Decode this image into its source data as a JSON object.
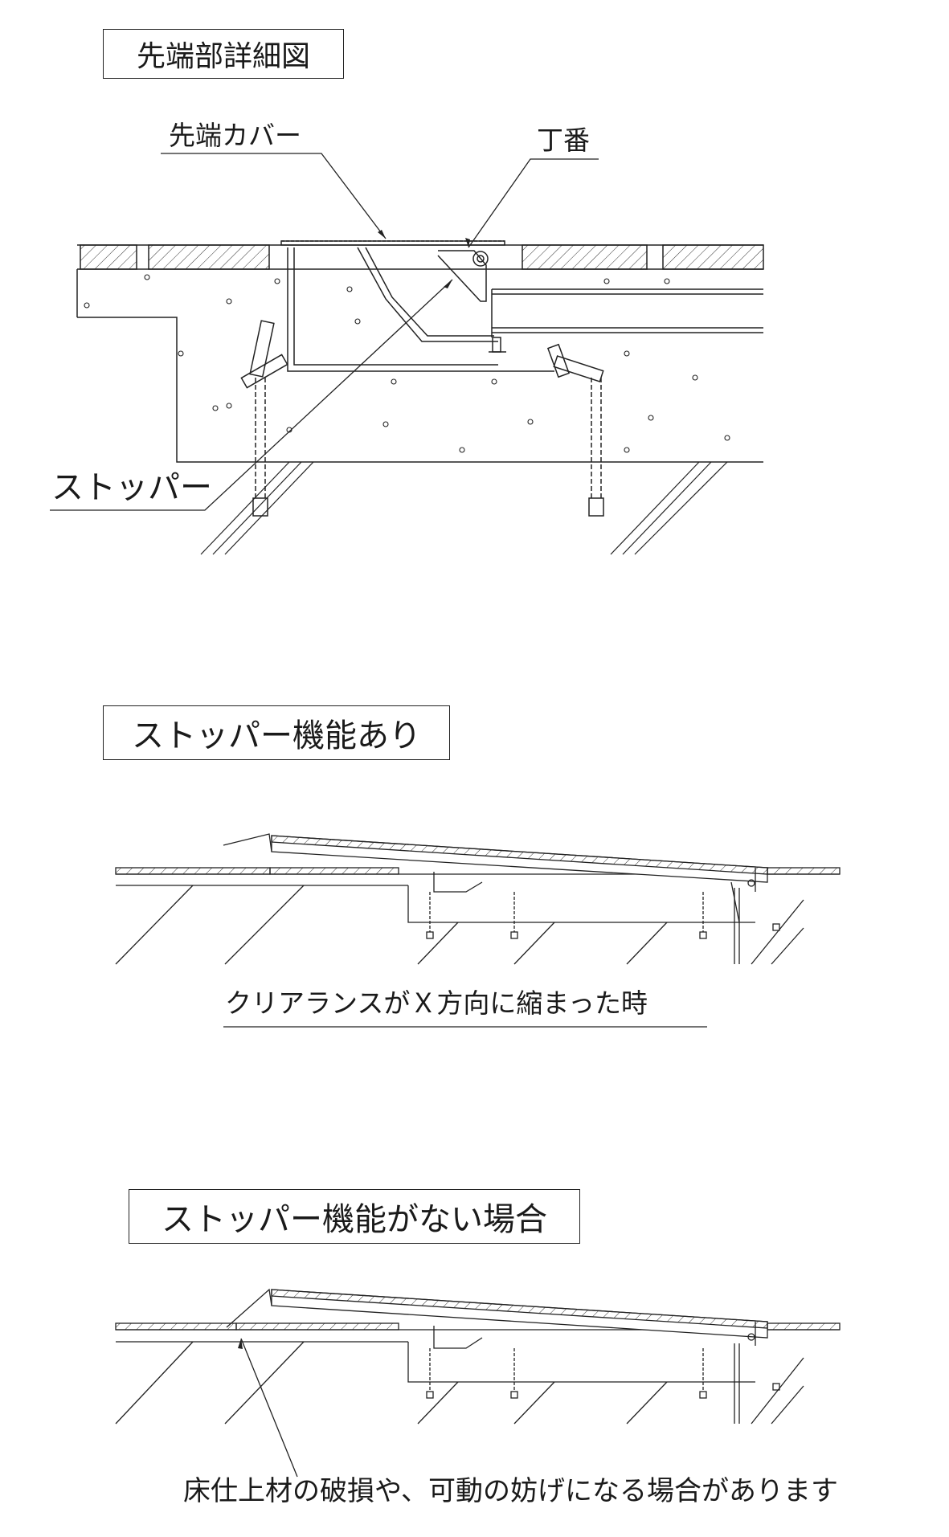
{
  "section1": {
    "title": "先端部詳細図",
    "labels": {
      "cover": "先端カバー",
      "hinge": "丁番",
      "stopper": "ストッパー"
    }
  },
  "section2": {
    "title": "ストッパー機能あり",
    "caption": "クリアランスがＸ方向に縮まった時"
  },
  "section3": {
    "title": "ストッパー機能がない場合",
    "caption": "床仕上材の破損や、可動の妨げになる場合があります"
  }
}
